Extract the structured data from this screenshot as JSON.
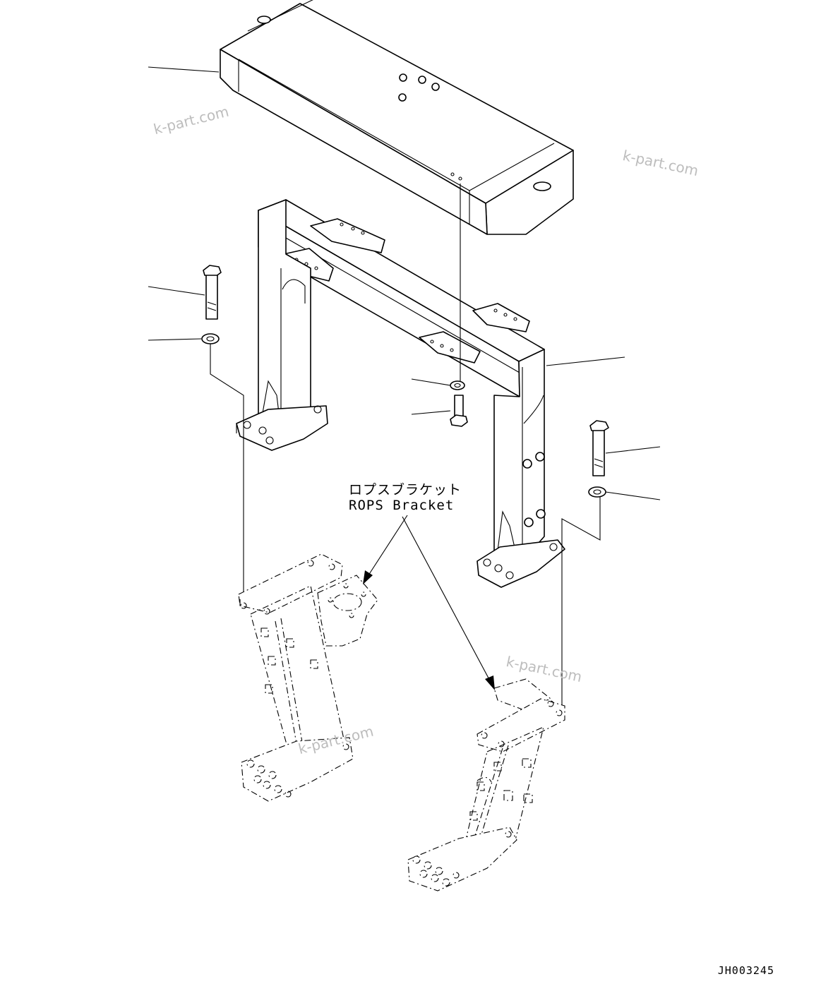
{
  "callout": {
    "label_jp": "ロプスブラケット",
    "label_en": "ROPS Bracket"
  },
  "watermarks": [
    "k-part.com",
    "k-part.com",
    "k-part.com",
    "k-part.com"
  ],
  "drawing_code": "JH003245",
  "colors": {
    "line": "#000000",
    "watermark": "#bdbdbd",
    "background": "#ffffff"
  }
}
